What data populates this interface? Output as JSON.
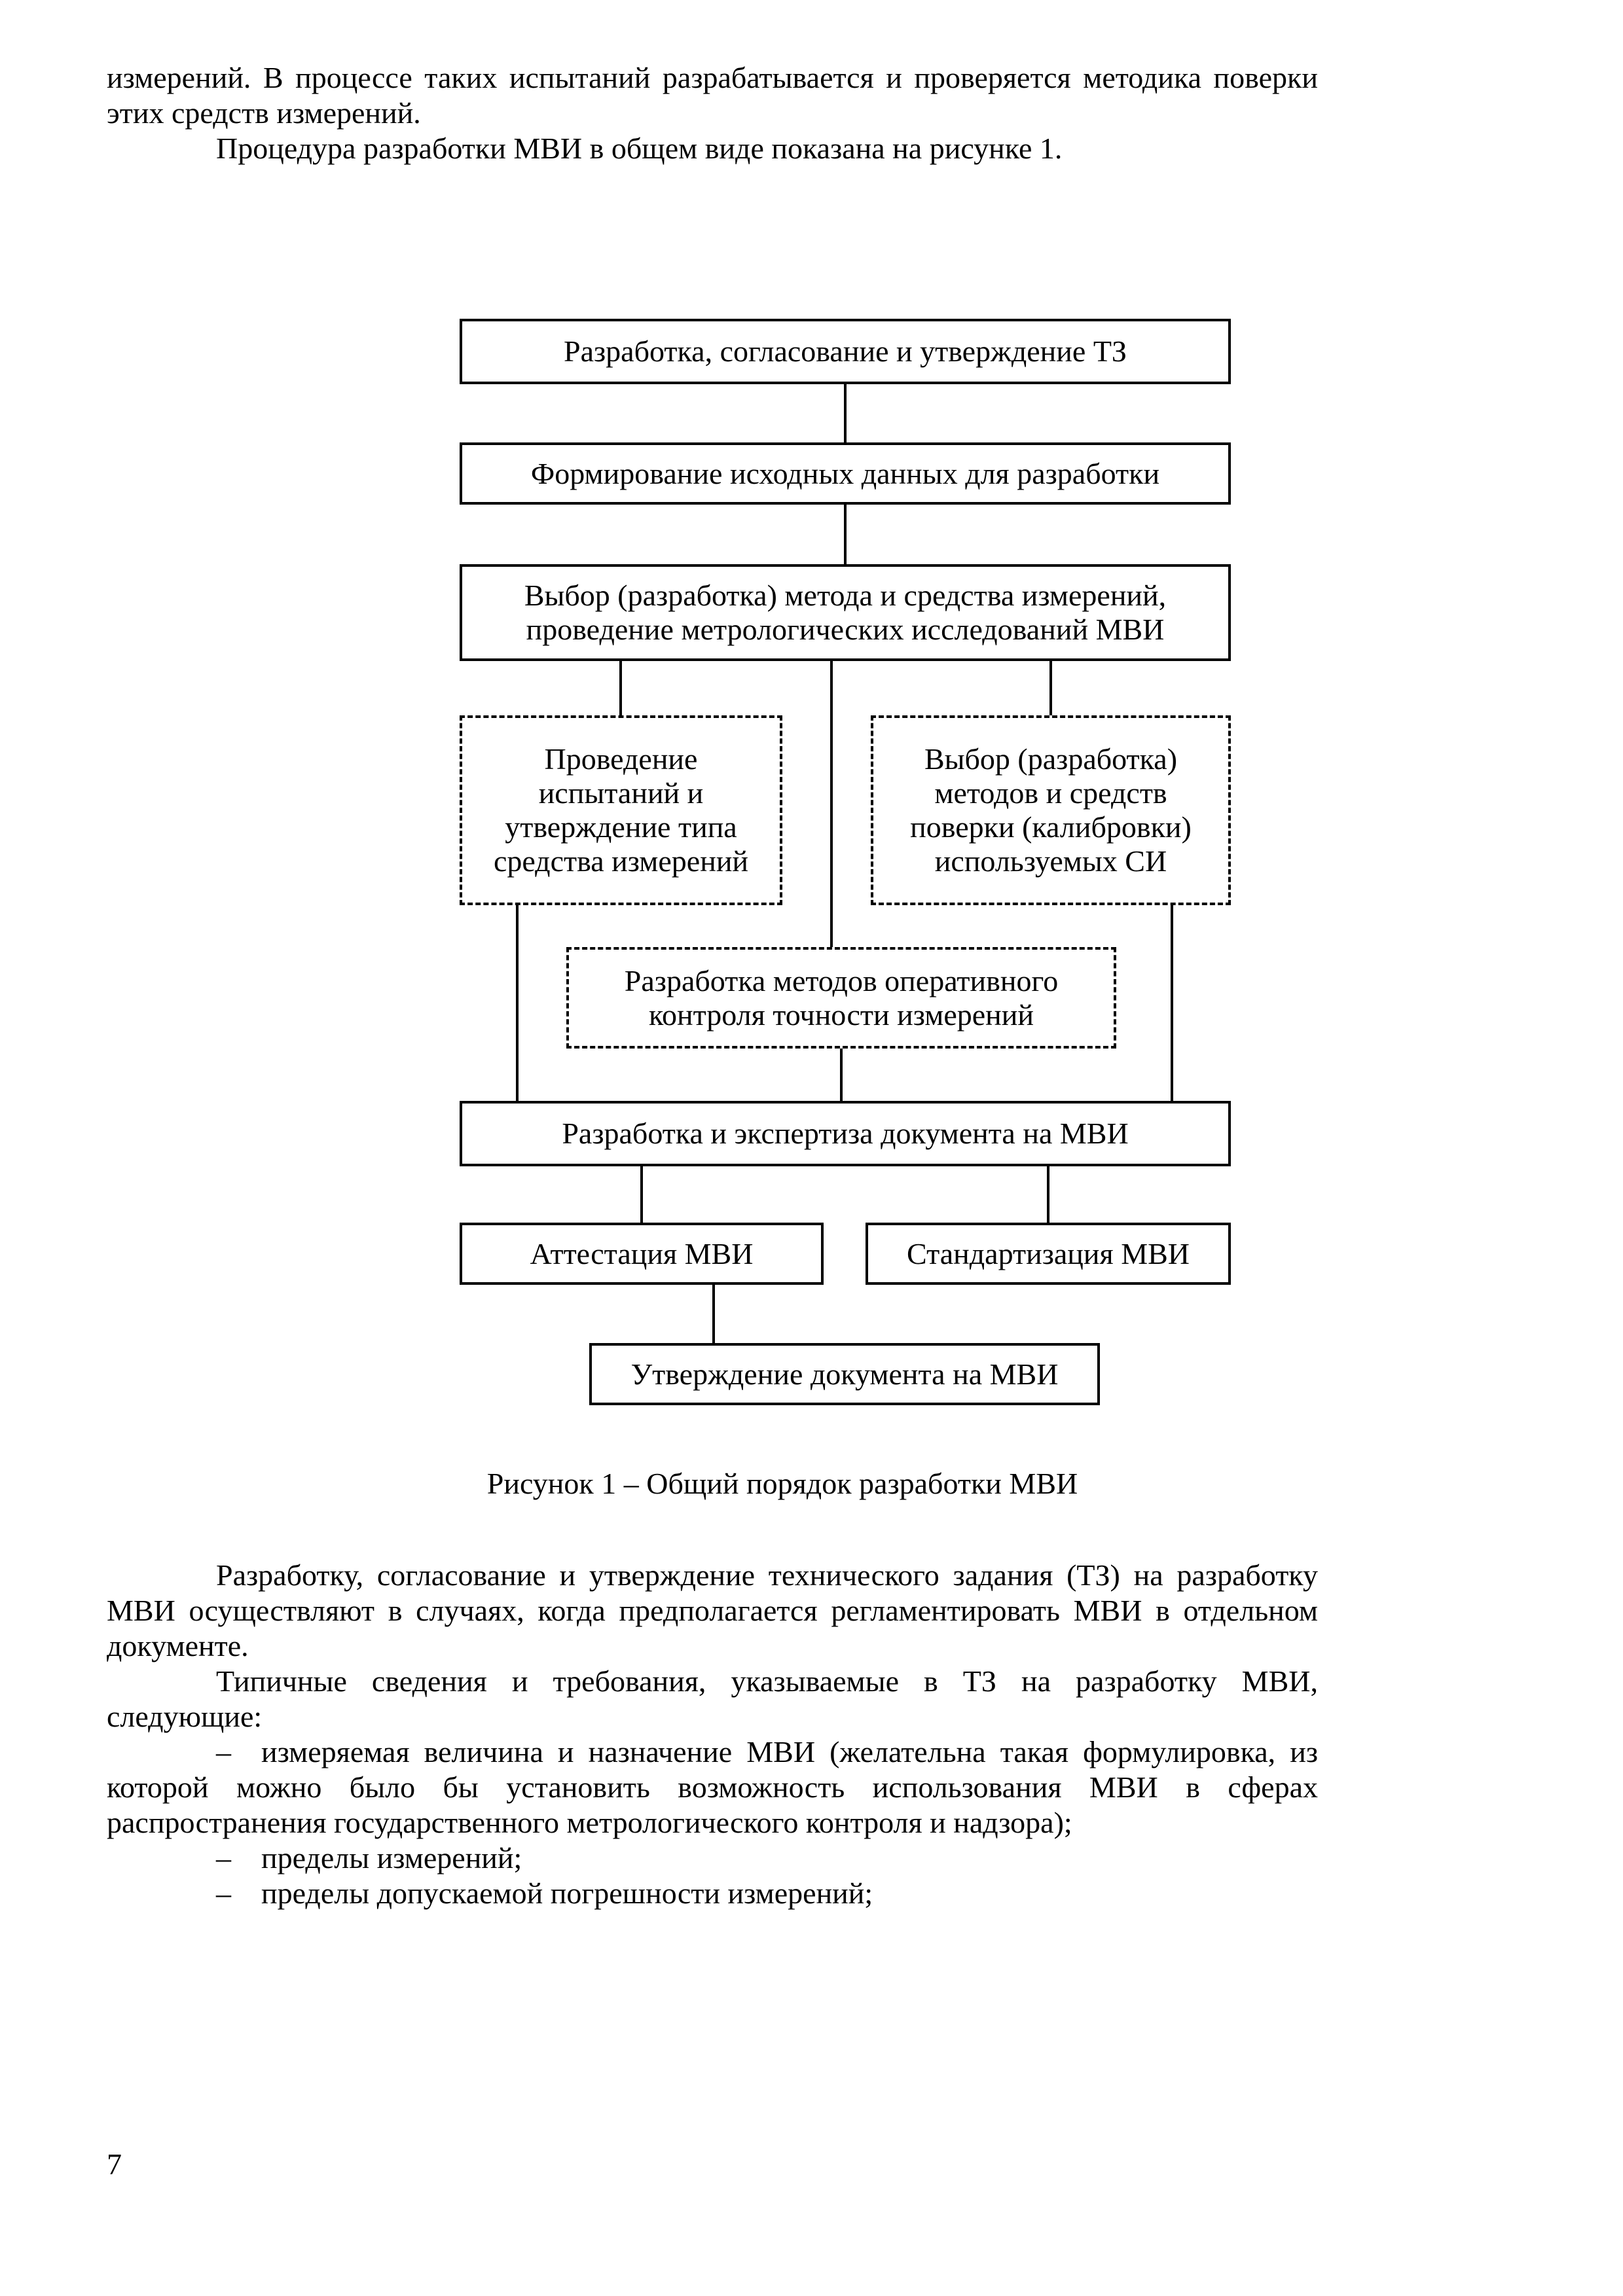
{
  "page": {
    "number": "7"
  },
  "intro": {
    "paragraph1": "измерений. В процессе таких испытаний разрабатывается и проверяется методика поверки этих средств измерений.",
    "paragraph2": "Процедура разработки МВИ в общем виде показана на рисунке 1."
  },
  "flowchart": {
    "boxes": {
      "tz": {
        "text": "Разработка, согласование и утверждение ТЗ",
        "style": "solid"
      },
      "data": {
        "text": "Формирование исходных данных для разработки",
        "style": "solid"
      },
      "method": {
        "style": "solid",
        "lines": [
          "Выбор (разработка) метода и средства измерений,",
          "проведение метрологических исследований МВИ"
        ]
      },
      "tests": {
        "style": "dashed",
        "lines": [
          "Проведение",
          "испытаний и",
          "утверждение типа",
          "средства измерений"
        ]
      },
      "verification": {
        "style": "dashed",
        "lines": [
          "Выбор (разработка)",
          "методов и средств",
          "поверки (калибровки)",
          "используемых СИ"
        ]
      },
      "control": {
        "style": "dashed",
        "lines": [
          "Разработка методов оперативного",
          "контроля точности измерений"
        ]
      },
      "expertise": {
        "text": "Разработка и экспертиза документа на МВИ",
        "style": "solid"
      },
      "attestation": {
        "text": "Аттестация МВИ",
        "style": "solid"
      },
      "standardization": {
        "text": "Стандартизация МВИ",
        "style": "solid"
      },
      "approval": {
        "text": "Утверждение документа на МВИ",
        "style": "solid"
      }
    },
    "caption": "Рисунок 1 – Общий порядок разработки МВИ"
  },
  "body": {
    "paragraph1": "Разработку, согласование и утверждение технического задания (ТЗ) на разработку МВИ осуществляют в случаях, когда предполагается регламентировать МВИ в отдельном документе.",
    "paragraph2": "Типичные сведения и требования, указываемые в ТЗ на разработку МВИ, следующие:",
    "list": [
      "– измеряемая величина и назначение МВИ (желательна такая формулировка, из которой можно было бы установить возможность использования МВИ в сферах распространения государственного метрологического контроля и надзора);",
      "– пределы измерений;",
      "– пределы допускаемой погрешности измерений;"
    ]
  }
}
